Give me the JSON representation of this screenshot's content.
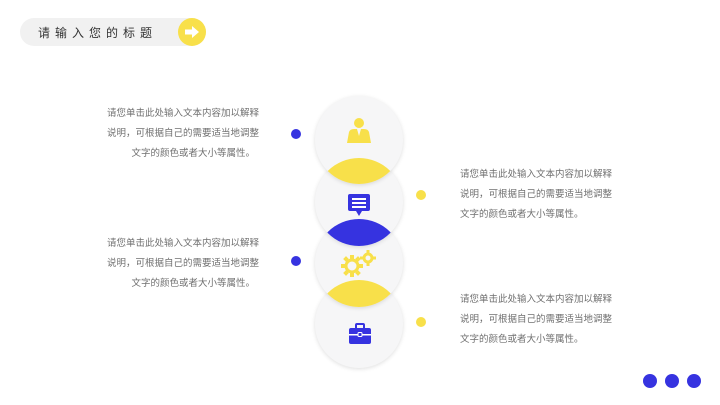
{
  "title": {
    "text": "请输入您的标题",
    "icon": "arrow-right-icon"
  },
  "colors": {
    "yellow": "#f8e04a",
    "blue": "#3633e0",
    "circle": "#f6f6f7",
    "text": "#707070"
  },
  "items": [
    {
      "icon": "user-icon",
      "icon_color": "#f8e04a",
      "side": "left",
      "dot_color": "#3633e0",
      "lines": [
        "请您单击此处输入文本内容加以解释",
        "说明，可根据自己的需要适当地调整",
        "文字的颜色或者大小等属性。"
      ]
    },
    {
      "icon": "chat-message-icon",
      "icon_color": "#3633e0",
      "side": "right",
      "dot_color": "#f8e04a",
      "lines": [
        "请您单击此处输入文本内容加以解释",
        "说明，可根据自己的需要适当地调整",
        "文字的颜色或者大小等属性。"
      ]
    },
    {
      "icon": "gears-icon",
      "icon_color": "#f8e04a",
      "side": "left",
      "dot_color": "#3633e0",
      "lines": [
        "请您单击此处输入文本内容加以解释",
        "说明，可根据自己的需要适当地调整",
        "文字的颜色或者大小等属性。"
      ]
    },
    {
      "icon": "briefcase-icon",
      "icon_color": "#3633e0",
      "side": "right",
      "dot_color": "#f8e04a",
      "lines": [
        "请您单击此处输入文本内容加以解释",
        "说明，可根据自己的需要适当地调整",
        "文字的颜色或者大小等属性。"
      ]
    }
  ],
  "pagination": {
    "dots": 3,
    "color": "#3633e0"
  }
}
